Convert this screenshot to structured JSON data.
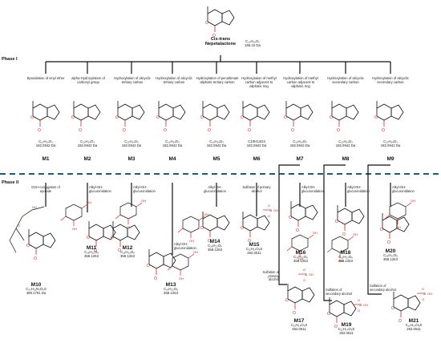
{
  "parent": {
    "name_line1": "Cis-trans",
    "name_line2": "Nepetalactone",
    "formula": "C₁₀H₁₄O₂",
    "mass": "166.22 Da"
  },
  "phase1": {
    "label": "Phase I",
    "metabolites": [
      {
        "id": "M1",
        "reaction": "Epoxidation of vinyl ether",
        "formula": "C₁₀H₁₄O₃",
        "mass": "182.0942 Da"
      },
      {
        "id": "M2",
        "reaction": "alpha-Hydroxylation of carbonyl group",
        "formula": "C₁₀H₁₄O₃",
        "mass": "182.0942 Da"
      },
      {
        "id": "M3",
        "reaction": "Hydroxylation of alicyclic tertiary carbon",
        "formula": "C₁₀H₁₄O₃",
        "mass": "182.0942 Da"
      },
      {
        "id": "M4",
        "reaction": "Hydroxylation of alicyclic tertiary carbon",
        "formula": "C₁₀H₁₄O₃",
        "mass": "182.0942 Da"
      },
      {
        "id": "M5",
        "reaction": "Hydroxylation of penultimate aliphatic tertiary carbon",
        "formula": "C₁₀H₁₄O₃",
        "mass": "182.0942 Da"
      },
      {
        "id": "M6",
        "reaction": "Hydroxylation of methyl carbon adjacent to aliphatic ring",
        "formula": "C10H14O3",
        "mass": "182.0942 Da"
      },
      {
        "id": "M7",
        "reaction": "Hydroxylation of methyl carbon adjacent to aliphatic ring",
        "formula": "C₁₀H₁₄O₃",
        "mass": "182.0942 Da"
      },
      {
        "id": "M8",
        "reaction": "Hydroxylation of alicyclic secondary carbon",
        "formula": "C₁₀H₁₄O₃",
        "mass": "182.0942 Da"
      },
      {
        "id": "M9",
        "reaction": "Hydroxylation of alicyclic secondary carbon",
        "formula": "C₁₀H₁₄O₃",
        "mass": "182.0942 Da"
      }
    ]
  },
  "phase2": {
    "label": "Phase II",
    "reactions": {
      "gsh": "GSH-conjugation of epoxide",
      "m2": "Alkyl-OH-glucuronidation",
      "m3": "Alkyl-OH-glucuronidation",
      "m4": "Alkyl-OH-glucuronidation",
      "m5": "Alkyl-OH-glucuronidation",
      "m6": "Sulfation of primary alcohol",
      "m7": "Alkyl-OH-glucuronidation",
      "m7s": "Sulfation of primary alcohol",
      "m8": "Alkyl-OH-glucuronidation",
      "m8s": "Sulfation of secondary alcohol",
      "m9": "Alkyl-OH-glucuronidation",
      "m9s": "Sulfation of secondary alcohol"
    },
    "metabolites": [
      {
        "id": "M10",
        "formula": "C₂₀H₃₁N₃O₉S",
        "mass": "489.1791 Da"
      },
      {
        "id": "M11",
        "formula": "C₁₆H₂₂O₉",
        "mass": "358.1263"
      },
      {
        "id": "M12",
        "formula": "C₁₆H₂₂O₉",
        "mass": "358.1263"
      },
      {
        "id": "M13",
        "formula": "C₁₆H₂₂O₉",
        "mass": "358.1263"
      },
      {
        "id": "M14",
        "formula": "C₁₆H₂₂O₉",
        "mass": "358.1263"
      },
      {
        "id": "M15",
        "formula": "C₁₀H₁₄O₆S",
        "mass": "262.0511"
      },
      {
        "id": "M16",
        "formula": "C₁₆H₂₂O₉",
        "mass": "358.1263"
      },
      {
        "id": "M17",
        "formula": "C₁₀H₁₄O₆S",
        "mass": "262.0511"
      },
      {
        "id": "M18",
        "formula": "C₁₆H₂₂O₉",
        "mass": "358.1263"
      },
      {
        "id": "M19",
        "formula": "C₁₀H₁₄O₆S",
        "mass": "262.0511"
      },
      {
        "id": "M20",
        "formula": "C₁₆H₂₂O₉",
        "mass": "358.1263"
      },
      {
        "id": "M21",
        "formula": "C₁₀H₁₄O₆S",
        "mass": "262.0511"
      }
    ]
  },
  "colors": {
    "line": "#000000",
    "divider": "#1f5a7a",
    "heteroatom": "#e0201b"
  }
}
